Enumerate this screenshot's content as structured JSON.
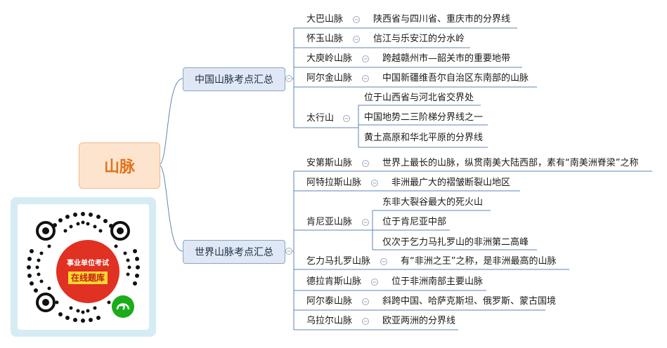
{
  "root": {
    "label": "山脉"
  },
  "branches": [
    {
      "label": "中国山脉考点汇总",
      "items": [
        {
          "name": "大巴山脉",
          "desc": [
            "陕西省与四川省、重庆市的分界线"
          ]
        },
        {
          "name": "怀玉山脉",
          "desc": [
            "信江与乐安江的分水岭"
          ]
        },
        {
          "name": "大庾岭山脉",
          "desc": [
            "跨越赣州市—韶关市的重要地带"
          ]
        },
        {
          "name": "阿尔金山脉",
          "desc": [
            "中国新疆维吾尔自治区东南部的山脉"
          ]
        },
        {
          "name": "太行山",
          "desc": [
            "位于山西省与河北省交界处",
            "中国地势二三阶梯分界线之一",
            "黄土高原和华北平原的分界线"
          ]
        }
      ]
    },
    {
      "label": "世界山脉考点汇总",
      "items": [
        {
          "name": "安第斯山脉",
          "desc": [
            "世界上最长的山脉，纵贯南美大陆西部，素有“南美洲脊梁”之称"
          ]
        },
        {
          "name": "阿特拉斯山脉",
          "desc": [
            "非洲最广大的褶皱断裂山地区"
          ]
        },
        {
          "name": "肯尼亚山脉",
          "desc": [
            "东非大裂谷最大的死火山",
            "位于肯尼亚中部",
            "仅次于乞力马扎罗山的非洲第二高峰"
          ]
        },
        {
          "name": "乞力马扎罗山脉",
          "desc": [
            "有“非洲之王”之称，是非洲最高的山脉"
          ]
        },
        {
          "name": "德拉肯斯山脉",
          "desc": [
            "位于非洲南部主要山脉"
          ]
        },
        {
          "name": "阿尔泰山脉",
          "desc": [
            "斜跨中国、哈萨克斯坦、俄罗斯、蒙古国境"
          ]
        },
        {
          "name": "乌拉尔山脉",
          "desc": [
            "欧亚两洲的分界线"
          ]
        }
      ]
    }
  ],
  "qr": {
    "line1": "事业单位考试",
    "line2": "在线题库"
  },
  "colors": {
    "line": "#5e86b4",
    "root_text": "#e2731b",
    "root_fill": "#fde4cf",
    "branch_fill": "#dfe8f4",
    "qr_red": "#e03122",
    "qr_yellow": "#ffd92e",
    "miniprogram_green": "#1aad19"
  },
  "icons": [
    "collapse-icon",
    "qr-code",
    "mini-program-icon"
  ]
}
